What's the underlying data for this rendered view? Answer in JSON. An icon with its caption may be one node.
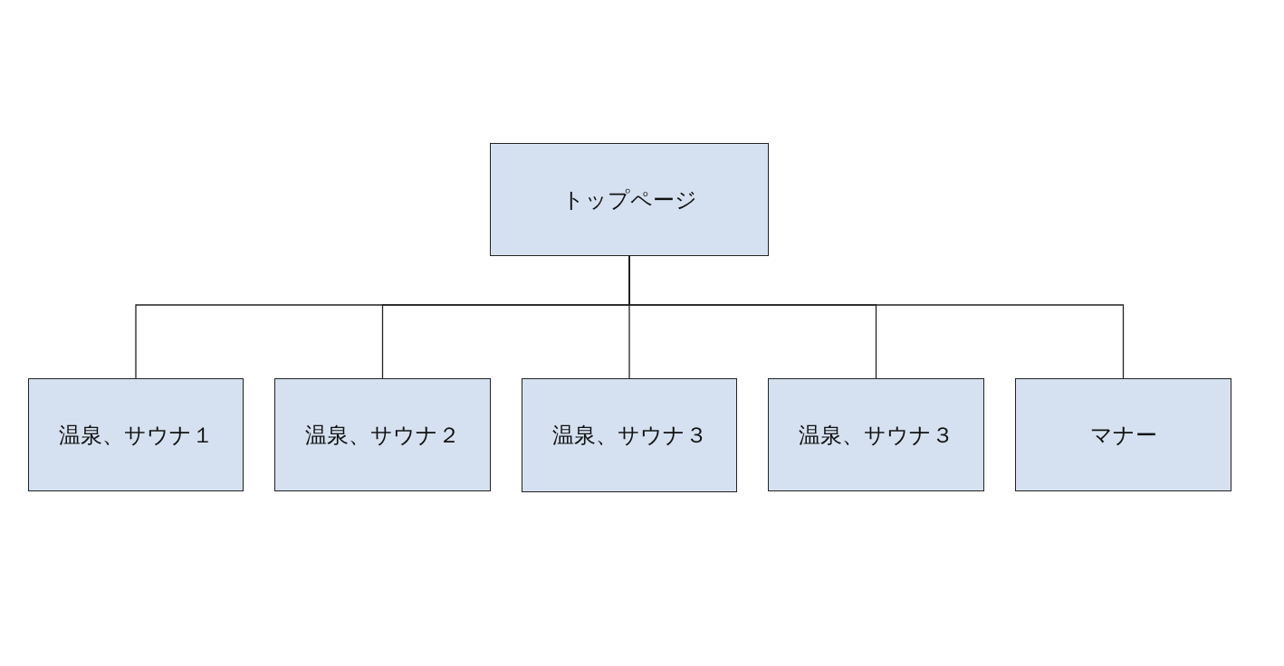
{
  "diagram": {
    "nodes": [
      {
        "text": [
          "トップページ"
        ]
      },
      {
        "text": [
          "温泉、サウナ１"
        ]
      },
      {
        "text": [
          "温泉、サウナ２"
        ]
      },
      {
        "text": [
          "温泉、サウナ３"
        ]
      },
      {
        "text": [
          "温泉、サウナ３"
        ]
      },
      {
        "text": [
          "マナー"
        ]
      }
    ],
    "edges": [
      {
        "from": 0,
        "to": 1,
        "arrow": "none"
      },
      {
        "from": 0,
        "to": 2,
        "arrow": "none"
      },
      {
        "from": 0,
        "to": 3,
        "arrow": "none"
      },
      {
        "from": 0,
        "to": 4,
        "arrow": "none"
      },
      {
        "from": 0,
        "to": 5,
        "arrow": "none"
      }
    ]
  }
}
